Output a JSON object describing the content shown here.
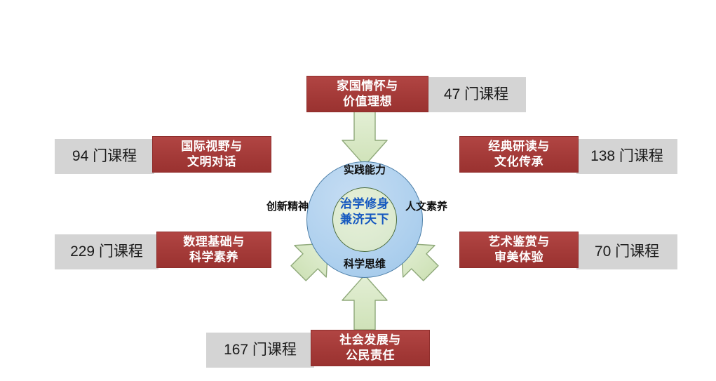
{
  "diagram": {
    "type": "hub-and-spoke",
    "core": {
      "name": "core-motto",
      "lines": [
        "治学修身",
        "兼济天下"
      ],
      "text_color": "#1558c0",
      "fill_color": "#dcead0",
      "ring_fill_color": "#aed0ee"
    },
    "ring_labels": [
      {
        "name": "ring-label-top",
        "text": "实践能力",
        "position": "top"
      },
      {
        "name": "ring-label-right",
        "text": "人文素养",
        "position": "right"
      },
      {
        "name": "ring-label-bottom",
        "text": "科学思维",
        "position": "bottom"
      },
      {
        "name": "ring-label-left",
        "text": "创新精神",
        "position": "left"
      }
    ],
    "modules": [
      {
        "id": "top",
        "title_lines": [
          "家国情怀与",
          "价值理想"
        ],
        "count_label": "47 门课程",
        "count": 47
      },
      {
        "id": "upper-left",
        "title_lines": [
          "国际视野与",
          "文明对话"
        ],
        "count_label": "94 门课程",
        "count": 94
      },
      {
        "id": "upper-right",
        "title_lines": [
          "经典研读与",
          "文化传承"
        ],
        "count_label": "138 门课程",
        "count": 138
      },
      {
        "id": "lower-left",
        "title_lines": [
          "数理基础与",
          "科学素养"
        ],
        "count_label": "229 门课程",
        "count": 229
      },
      {
        "id": "lower-right",
        "title_lines": [
          "艺术鉴赏与",
          "审美体验"
        ],
        "count_label": "70 门课程",
        "count": 70
      },
      {
        "id": "bottom",
        "title_lines": [
          "社会发展与",
          "公民责任"
        ],
        "count_label": "167 门课程",
        "count": 167
      }
    ],
    "colors": {
      "module_red": "#a43a38",
      "count_gray": "#d4d4d4",
      "arrow_green": "#d7e8c2",
      "arrow_outline": "#8fa97a"
    }
  }
}
